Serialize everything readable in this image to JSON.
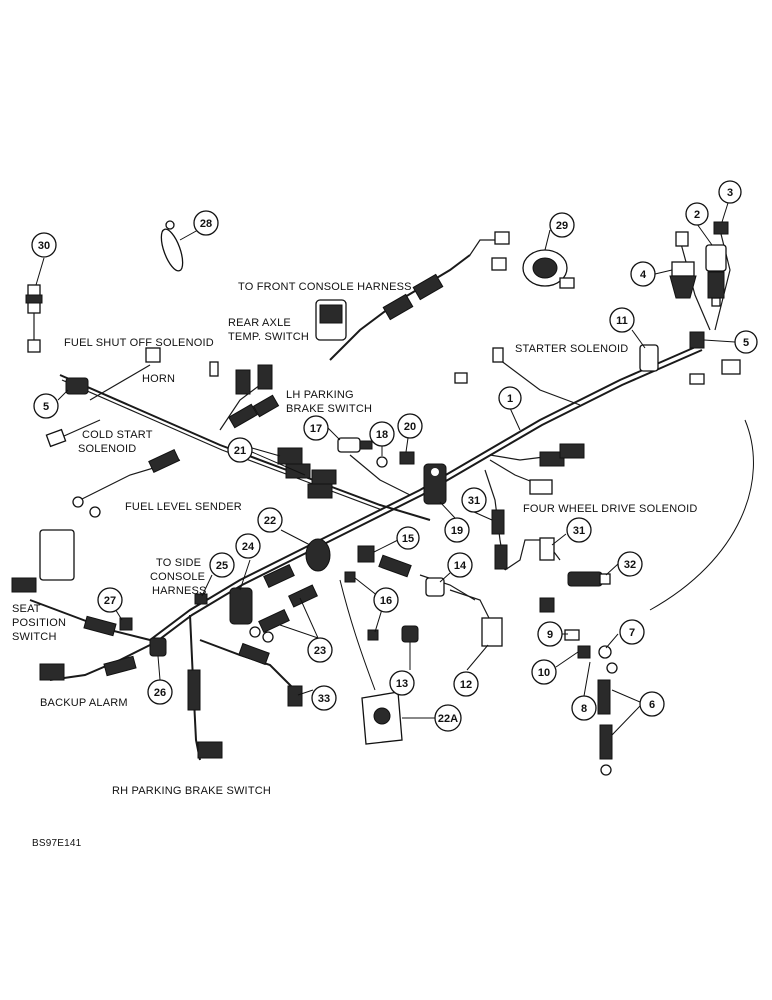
{
  "labels": {
    "to_front_console": "TO FRONT CONSOLE HARNESS",
    "rear_axle_1": "REAR AXLE",
    "rear_axle_2": "TEMP. SWITCH",
    "fuel_shutoff": "FUEL SHUT OFF SOLENOID",
    "horn": "HORN",
    "starter_solenoid": "STARTER SOLENOID",
    "lh_parking_1": "LH PARKING",
    "lh_parking_2": "BRAKE SWITCH",
    "cold_start_1": "COLD START",
    "cold_start_2": "SOLENOID",
    "fuel_level": "FUEL LEVEL SENDER",
    "four_wheel": "FOUR WHEEL DRIVE SOLENOID",
    "side_console_1": "TO SIDE",
    "side_console_2": "CONSOLE",
    "side_console_3": "HARNESS",
    "seat_pos_1": "SEAT",
    "seat_pos_2": "POSITION",
    "seat_pos_3": "SWITCH",
    "backup_alarm": "BACKUP ALARM",
    "rh_parking": "RH PARKING BRAKE SWITCH",
    "figure_code": "BS97E141"
  },
  "callouts": [
    "1",
    "2",
    "3",
    "4",
    "5",
    "5",
    "6",
    "7",
    "8",
    "9",
    "10",
    "11",
    "12",
    "13",
    "14",
    "15",
    "16",
    "17",
    "18",
    "19",
    "20",
    "21",
    "22",
    "22A",
    "23",
    "24",
    "25",
    "26",
    "27",
    "28",
    "29",
    "30",
    "31",
    "31",
    "32",
    "33"
  ]
}
